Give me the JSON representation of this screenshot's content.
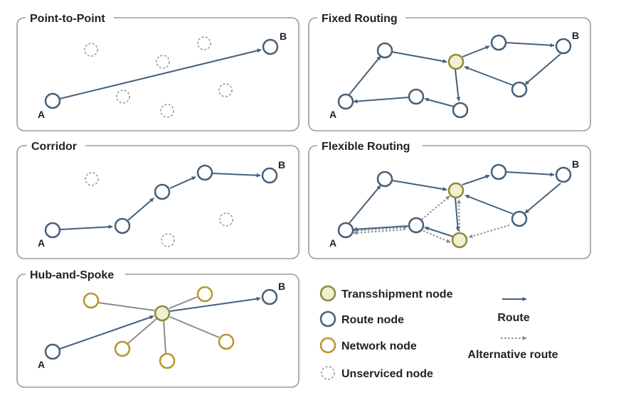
{
  "colors": {
    "route": "#45607a",
    "network": "#b8952a",
    "transship_fill": "#eef0cf",
    "transship_stroke": "#8c8a3c",
    "unserviced": "#9a9a9a",
    "alternative": "#8e8e8e",
    "spoke": "#8c8c8c"
  },
  "panels": {
    "p2p": {
      "title": "Point-to-Point",
      "label_a": "A",
      "label_b": "B"
    },
    "fixed": {
      "title": "Fixed Routing",
      "label_a": "A",
      "label_b": "B"
    },
    "corridor": {
      "title": "Corridor",
      "label_a": "A",
      "label_b": "B"
    },
    "flexible": {
      "title": "Flexible Routing",
      "label_a": "A",
      "label_b": "B"
    },
    "hub": {
      "title": "Hub-and-Spoke",
      "label_a": "A",
      "label_b": "B"
    }
  },
  "legend": {
    "transshipment": "Transshipment node",
    "route_node": "Route node",
    "network_node": "Network node",
    "unserviced_node": "Unserviced node",
    "route": "Route",
    "alternative_route": "Alternative route"
  }
}
